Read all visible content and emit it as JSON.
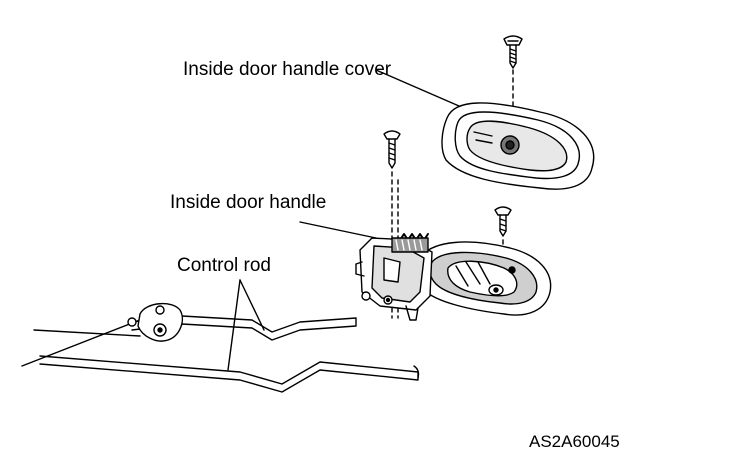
{
  "labels": {
    "handle_cover": "Inside door handle cover",
    "handle": "Inside door handle",
    "control_rod": "Control rod"
  },
  "figure_code": "AS2A60045",
  "colors": {
    "line": "#000000",
    "background": "#ffffff",
    "shading": "#bfbfbf"
  }
}
